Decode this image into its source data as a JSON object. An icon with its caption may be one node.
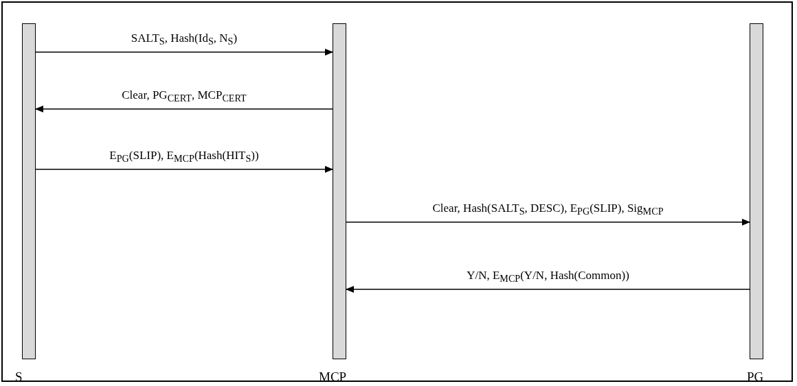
{
  "diagram": {
    "nodes": [
      {
        "text": [
          "S"
        ]
      },
      {
        "text": [
          "MCP"
        ]
      },
      {
        "text": [
          "PG"
        ]
      }
    ],
    "edges": [
      {
        "from": 0,
        "to": 1,
        "arrow": "to",
        "label": "SALT$_{S}$, Hash(Id$_{S}$, N$_{S}$)"
      },
      {
        "from": 1,
        "to": 0,
        "arrow": "to",
        "label": "Clear, PG$_{CERT}$, MCP$_{CERT}$"
      },
      {
        "from": 0,
        "to": 1,
        "arrow": "to",
        "label": "E$_{PG}$(SLIP), E$_{MCP}$(Hash(HIT$_{S}$))"
      },
      {
        "from": 1,
        "to": 2,
        "arrow": "to",
        "label": "Clear, Hash(SALT$_{S}$, DESC), E$_{PG}$(SLIP), Sig$_{MCP}$"
      },
      {
        "from": 2,
        "to": 1,
        "arrow": "to",
        "label": "Y/N, E$_{MCP}$(Y/N, Hash(Common))"
      }
    ]
  }
}
